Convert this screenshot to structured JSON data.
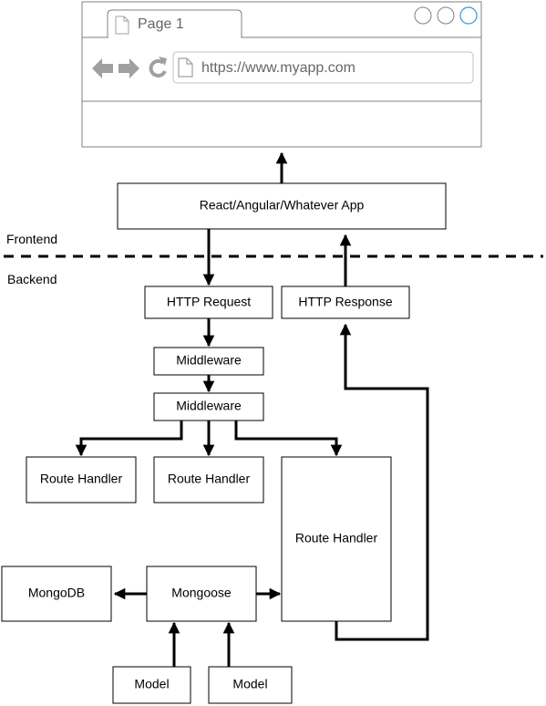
{
  "browser": {
    "tab_title": "Page 1",
    "url": "https://www.myapp.com",
    "icons": [
      "back-arrow-icon",
      "forward-arrow-icon",
      "reload-icon",
      "page-icon",
      "window-circle-icon"
    ]
  },
  "zones": {
    "frontend_label": "Frontend",
    "backend_label": "Backend"
  },
  "nodes": {
    "app": "React/Angular/Whatever App",
    "http_request": "HTTP Request",
    "http_response": "HTTP Response",
    "middleware_1": "Middleware",
    "middleware_2": "Middleware",
    "route_handler_1": "Route Handler",
    "route_handler_2": "Route Handler",
    "route_handler_3": "Route Handler",
    "mongodb": "MongoDB",
    "mongoose": "Mongoose",
    "model_1": "Model",
    "model_2": "Model"
  },
  "colors": {
    "line": "#000000",
    "browser_border": "#808080",
    "browser_icon": "#a0a0a0",
    "browser_text": "#666666",
    "window_circle_active": "#3399cc"
  }
}
